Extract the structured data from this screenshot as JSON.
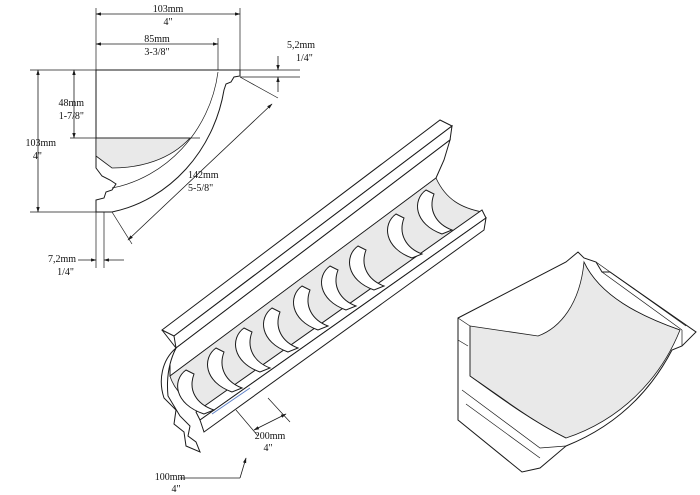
{
  "profile_dimensions": {
    "total_width": {
      "mm": "103mm",
      "in": "4\""
    },
    "inner_width": {
      "mm": "85mm",
      "in": "3-3/8\""
    },
    "top_lip": {
      "mm": "5,2mm",
      "in": "1/4\""
    },
    "upper_height": {
      "mm": "48mm",
      "in": "1-7/8\""
    },
    "total_height": {
      "mm": "103mm",
      "in": "4\""
    },
    "diagonal": {
      "mm": "142mm",
      "in": "5-5/8\""
    },
    "bottom_lip": {
      "mm": "7,2mm",
      "in": "1/4\""
    }
  },
  "module_dimensions": {
    "spacing": {
      "mm": "200mm",
      "in": "4\""
    },
    "length": {
      "mm": "100mm",
      "in": "4\""
    }
  },
  "colors": {
    "line": "#1a1a1a",
    "shade": "#e9e9e9",
    "background": "#ffffff"
  }
}
